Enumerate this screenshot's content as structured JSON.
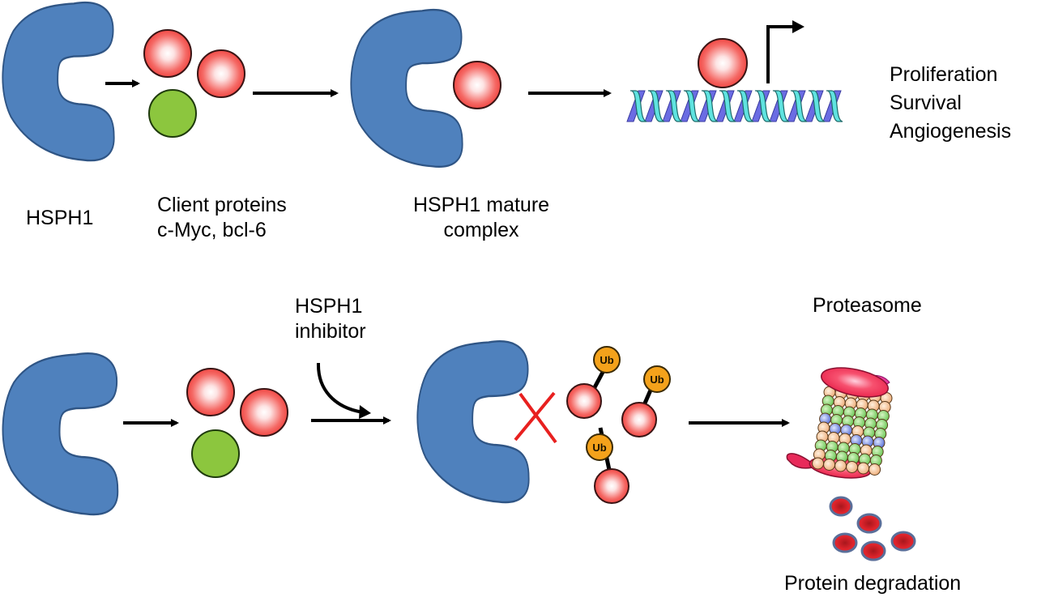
{
  "figure": {
    "top_pathway": {
      "labels": {
        "hsph1": "HSPH1",
        "client_proteins": [
          "Client proteins",
          "c-Myc, bcl-6"
        ],
        "mature_complex": [
          "HSPH1 mature",
          "complex"
        ],
        "outcomes": [
          "Proliferation",
          "Survival",
          "Angiogenesis"
        ]
      }
    },
    "bottom_pathway": {
      "labels": {
        "inhibitor": [
          "HSPH1",
          "inhibitor"
        ],
        "proteasome": "Proteasome",
        "degradation": "Protein degradation",
        "ubiquitin_tag": "Ub"
      }
    },
    "colors": {
      "hsph1_blue": "#4f81bd",
      "hsph1_outline": "#2f5585",
      "client_red": "#f0413f",
      "client_green": "#8cc63e",
      "ubiquitin_orange": "#f4a21b",
      "inhibition_x_red": "#e8201f",
      "dna_cyan": "#5fe3e0",
      "dna_blue": "#6b6ce3",
      "degraded_red": "#d4202a",
      "degraded_outline": "#5a6f9a"
    }
  }
}
